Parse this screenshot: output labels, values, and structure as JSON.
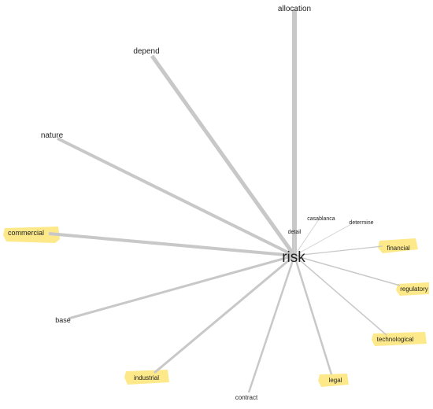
{
  "graph": {
    "center": {
      "label": "risk"
    },
    "terms": [
      {
        "key": "allocation",
        "label": "allocation",
        "highlighted": false,
        "weight": "strong"
      },
      {
        "key": "depend",
        "label": "depend",
        "highlighted": false,
        "weight": "strong"
      },
      {
        "key": "nature",
        "label": "nature",
        "highlighted": false,
        "weight": "medium"
      },
      {
        "key": "commercial",
        "label": "commercial",
        "highlighted": true,
        "weight": "medium"
      },
      {
        "key": "base",
        "label": "base",
        "highlighted": false,
        "weight": "light"
      },
      {
        "key": "industrial",
        "label": "industrial",
        "highlighted": true,
        "weight": "light"
      },
      {
        "key": "contract",
        "label": "contract",
        "highlighted": false,
        "weight": "light"
      },
      {
        "key": "legal",
        "label": "legal",
        "highlighted": true,
        "weight": "light"
      },
      {
        "key": "technological",
        "label": "technological",
        "highlighted": true,
        "weight": "thin"
      },
      {
        "key": "regulatory",
        "label": "regulatory",
        "highlighted": true,
        "weight": "thin"
      },
      {
        "key": "financial",
        "label": "financial",
        "highlighted": true,
        "weight": "thin"
      },
      {
        "key": "determine",
        "label": "determine",
        "highlighted": false,
        "weight": "hair"
      },
      {
        "key": "casablanca",
        "label": "casablanca",
        "highlighted": false,
        "weight": "hair"
      },
      {
        "key": "detail",
        "label": "detail",
        "highlighted": false,
        "weight": "hair"
      }
    ],
    "colors": {
      "edge": "#c8c8c8",
      "highlight": "#fde98a",
      "text": "#222222"
    }
  }
}
